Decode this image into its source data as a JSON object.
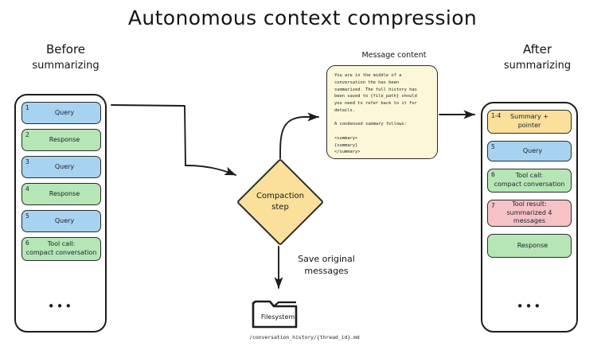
{
  "title": "Autonomous context compression",
  "colors": {
    "blue": "#a8d3f0",
    "green": "#b6e6b6",
    "yellow": "#fae09a",
    "pink": "#f6c2c6",
    "note_bg": "#fcf7d8",
    "stroke": "#2b2b2b",
    "background": "#ffffff"
  },
  "before": {
    "heading_line1": "Before",
    "heading_line2": "summarizing",
    "ellipsis": "•••",
    "messages": [
      {
        "num": "1",
        "label": "Query",
        "color": "blue"
      },
      {
        "num": "2",
        "label": "Response",
        "color": "green"
      },
      {
        "num": "3",
        "label": "Query",
        "color": "blue"
      },
      {
        "num": "4",
        "label": "Response",
        "color": "green"
      },
      {
        "num": "5",
        "label": "Query",
        "color": "blue"
      },
      {
        "num": "6",
        "label": "Tool call:\ncompact conversation",
        "color": "green"
      }
    ]
  },
  "after": {
    "heading_line1": "After",
    "heading_line2": "summarizing",
    "ellipsis": "•••",
    "messages": [
      {
        "num": "1-4",
        "label": "Summary +\npointer",
        "color": "yellow"
      },
      {
        "num": "5",
        "label": "Query",
        "color": "blue"
      },
      {
        "num": "6",
        "label": "Tool call:\ncompact conversation",
        "color": "green"
      },
      {
        "num": "7",
        "label": "Tool result:\nsummarized 4\nmessages",
        "color": "pink"
      },
      {
        "num": "",
        "label": "Response",
        "color": "green"
      }
    ]
  },
  "note": {
    "label": "Message content",
    "body": "You are in the middle of a\nconversation the has been\nsummarized. The full history has\nbeen saved to {file_path} should\nyou need to refer back to it for\ndetails.\n\nA condensed summary follows:\n\n<summary>\n{summary}\n</summary>"
  },
  "decision": {
    "label_line1": "Compaction",
    "label_line2": "step"
  },
  "save_branch": {
    "label_line1": "Save original",
    "label_line2": "messages",
    "folder_label": "Filesystem",
    "file_path": "/conversation_history/{thread_id}.md"
  }
}
